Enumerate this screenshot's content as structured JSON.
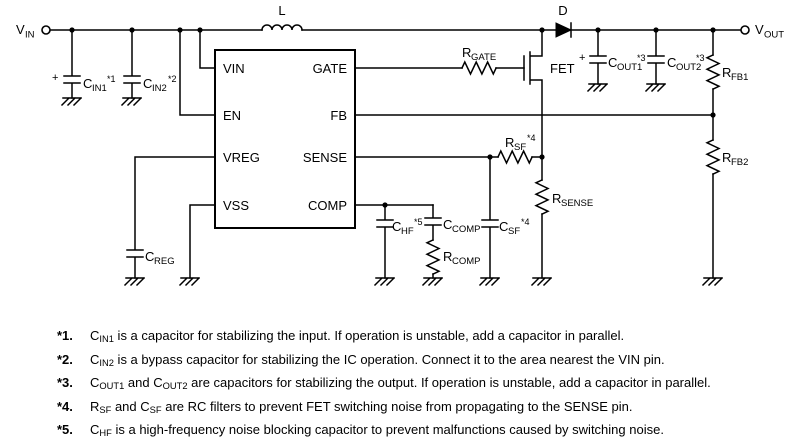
{
  "schematic": {
    "terminals": {
      "vin": {
        "sym": "V",
        "sub": "IN"
      },
      "vout": {
        "sym": "V",
        "sub": "OUT"
      }
    },
    "ic": {
      "left_pins": [
        "VIN",
        "EN",
        "VREG",
        "VSS"
      ],
      "right_pins": [
        "GATE",
        "FB",
        "SENSE",
        "COMP"
      ]
    },
    "components": {
      "l": {
        "name": "L"
      },
      "d": {
        "name": "D"
      },
      "fet": {
        "name": "FET"
      },
      "rgate": {
        "sym": "R",
        "sub": "GATE"
      },
      "cin1": {
        "sym": "C",
        "sub": "IN1",
        "note": "*1",
        "plus": "+"
      },
      "cin2": {
        "sym": "C",
        "sub": "IN2",
        "note": "*2"
      },
      "creg": {
        "sym": "C",
        "sub": "REG"
      },
      "chf": {
        "sym": "C",
        "sub": "HF",
        "note": "*5"
      },
      "ccomp": {
        "sym": "C",
        "sub": "COMP"
      },
      "rcomp": {
        "sym": "R",
        "sub": "COMP"
      },
      "csf": {
        "sym": "C",
        "sub": "SF",
        "note": "*4"
      },
      "rsf": {
        "sym": "R",
        "sub": "SF",
        "note": "*4"
      },
      "rsense": {
        "sym": "R",
        "sub": "SENSE"
      },
      "cout1": {
        "sym": "C",
        "sub": "OUT1",
        "note": "*3",
        "plus": "+"
      },
      "cout2": {
        "sym": "C",
        "sub": "OUT2",
        "note": "*3"
      },
      "rfb1": {
        "sym": "R",
        "sub": "FB1"
      },
      "rfb2": {
        "sym": "R",
        "sub": "FB2"
      }
    }
  },
  "footnotes": [
    {
      "marker": "*1.",
      "segments": [
        {
          "t": "C"
        },
        {
          "s": "IN1"
        },
        {
          "t": " is a capacitor for stabilizing the input. If operation is unstable, add a capacitor in parallel."
        }
      ]
    },
    {
      "marker": "*2.",
      "segments": [
        {
          "t": "C"
        },
        {
          "s": "IN2"
        },
        {
          "t": " is a bypass capacitor for stabilizing the IC operation. Connect it to the area nearest the VIN pin."
        }
      ]
    },
    {
      "marker": "*3.",
      "segments": [
        {
          "t": "C"
        },
        {
          "s": "OUT1"
        },
        {
          "t": " and C"
        },
        {
          "s": "OUT2"
        },
        {
          "t": " are capacitors for stabilizing the output. If operation is unstable, add a capacitor in parallel."
        }
      ]
    },
    {
      "marker": "*4.",
      "segments": [
        {
          "t": "R"
        },
        {
          "s": "SF"
        },
        {
          "t": " and C"
        },
        {
          "s": "SF"
        },
        {
          "t": " are RC filters to prevent FET switching noise from propagating to the SENSE pin."
        }
      ]
    },
    {
      "marker": "*5.",
      "segments": [
        {
          "t": "C"
        },
        {
          "s": "HF"
        },
        {
          "t": " is a high-frequency noise blocking capacitor to prevent malfunctions caused by switching noise."
        }
      ]
    }
  ]
}
